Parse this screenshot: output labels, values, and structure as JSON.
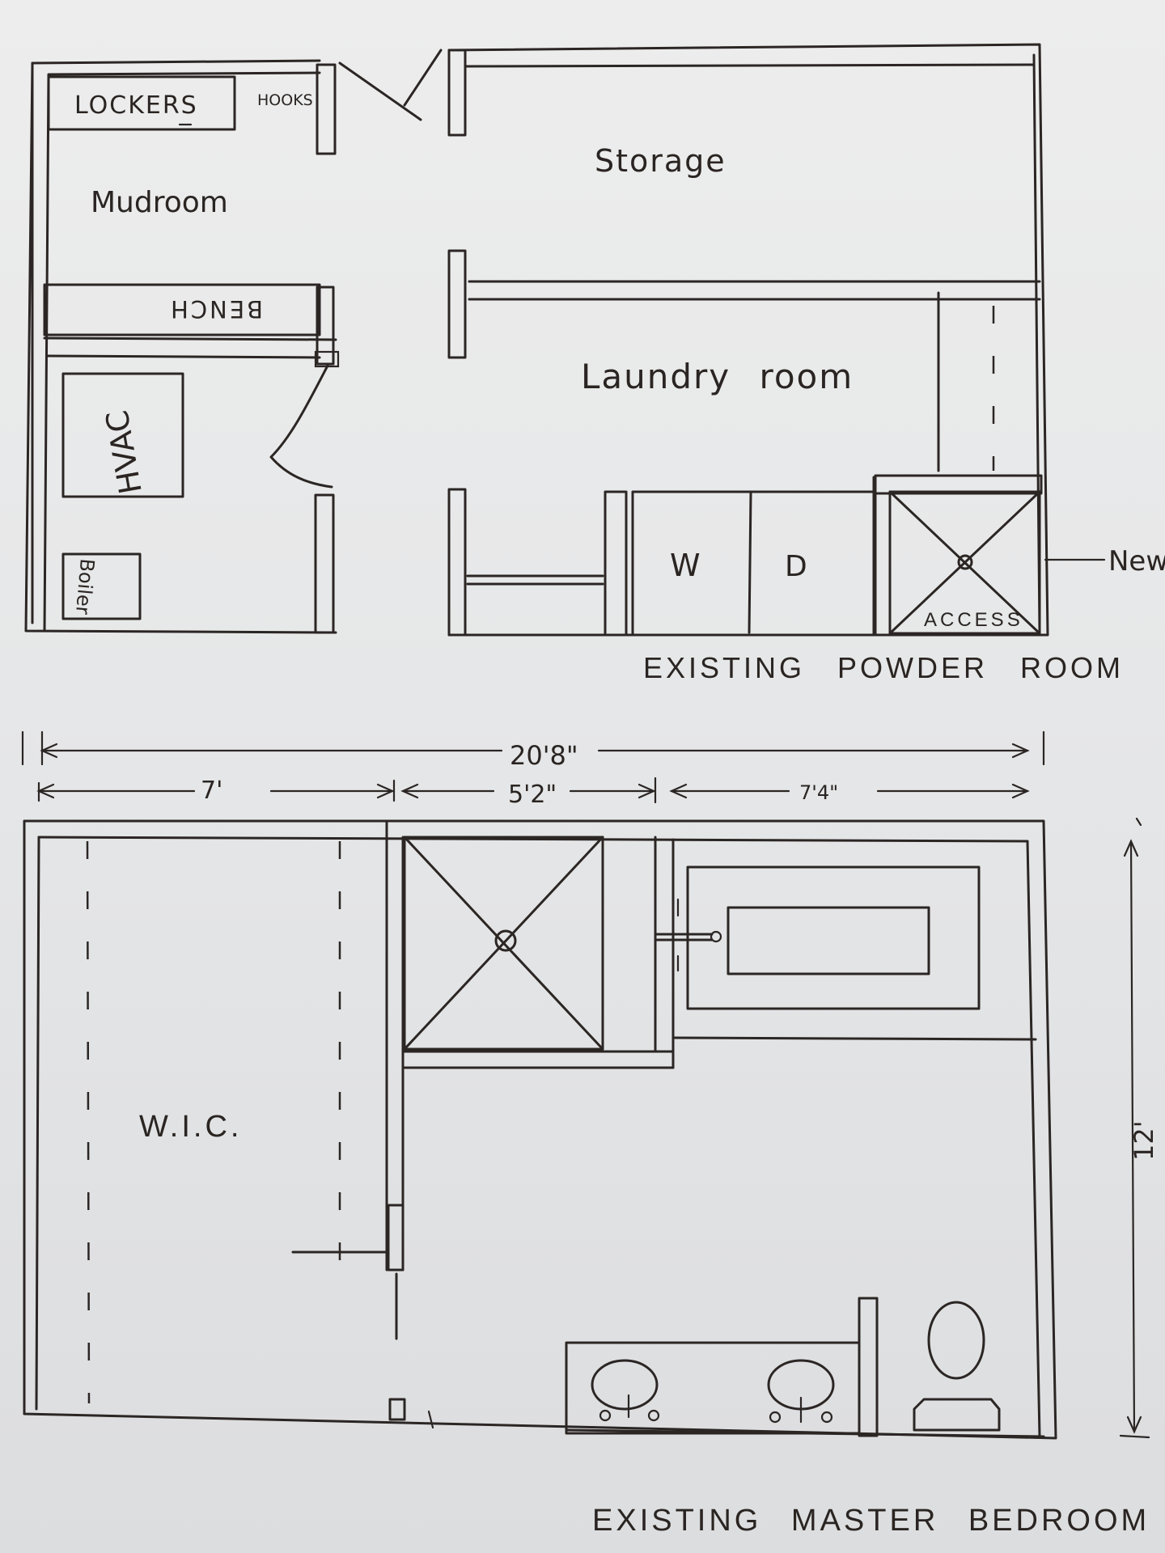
{
  "rooms": {
    "lockers": "LOCKERS",
    "hooks": "HOOKS",
    "mudroom": "Mudroom",
    "bench": "BENCH",
    "hvac": "HVAC",
    "boiler": "Boiler",
    "storage": "Storage",
    "laundry": "Laundry room",
    "washer": "W",
    "dryer": "D",
    "access": "ACCESS",
    "new_note": "New",
    "powder_room": "EXISTING POWDER ROOM",
    "wic": "W.I.C.",
    "master_bedroom": "EXISTING MASTER BEDROOM"
  },
  "dimensions": {
    "total_width": "20'8\"",
    "wic_width": "7'",
    "shower_width": "5'2\"",
    "bath_width": "7'4\"",
    "depth": "12'"
  },
  "colors": {
    "paper": "#e9e9ea",
    "ink": "#2b2624"
  }
}
